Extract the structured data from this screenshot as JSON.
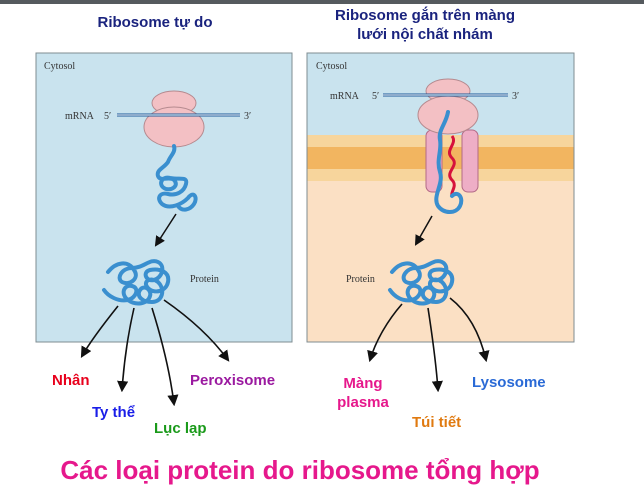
{
  "headings": {
    "left": "Ribosome tự do",
    "right_line1": "Ribosome gắn trên màng",
    "right_line2": "lưới nội chất nhám"
  },
  "panel_labels": {
    "cytosol_left": "Cytosol",
    "cytosol_right": "Cytosol",
    "mrna_left": "mRNA",
    "mrna_right": "mRNA",
    "five_left": "5′",
    "three_left": "3′",
    "five_right": "5′",
    "three_right": "3′",
    "protein_left": "Protein",
    "protein_right": "Protein"
  },
  "destinations": {
    "nhan": "Nhân",
    "ty_the": "Ty thể",
    "luc_lap": "Lục lạp",
    "peroxisome": "Peroxisome",
    "mang_plasma_1": "Màng",
    "mang_plasma_2": "plasma",
    "tui_tiet": "Túi tiết",
    "lysosome": "Lysosome"
  },
  "title": "Các loại protein do ribosome tổng hợp",
  "colors": {
    "nhan": "#e8001c",
    "ty_the": "#1a1ee8",
    "luc_lap": "#1a9a1a",
    "peroxisome": "#9b1aa0",
    "mang_plasma": "#e6188c",
    "tui_tiet": "#e07a10",
    "lysosome": "#2a6ad6",
    "cytosol_bg": "#c9e3ee",
    "ribosome": "#f3c0c4",
    "protein": "#3a8fcf",
    "membrane": "#f2b560",
    "er_lumen": "#fbe0c4",
    "title": "#e6188c"
  }
}
